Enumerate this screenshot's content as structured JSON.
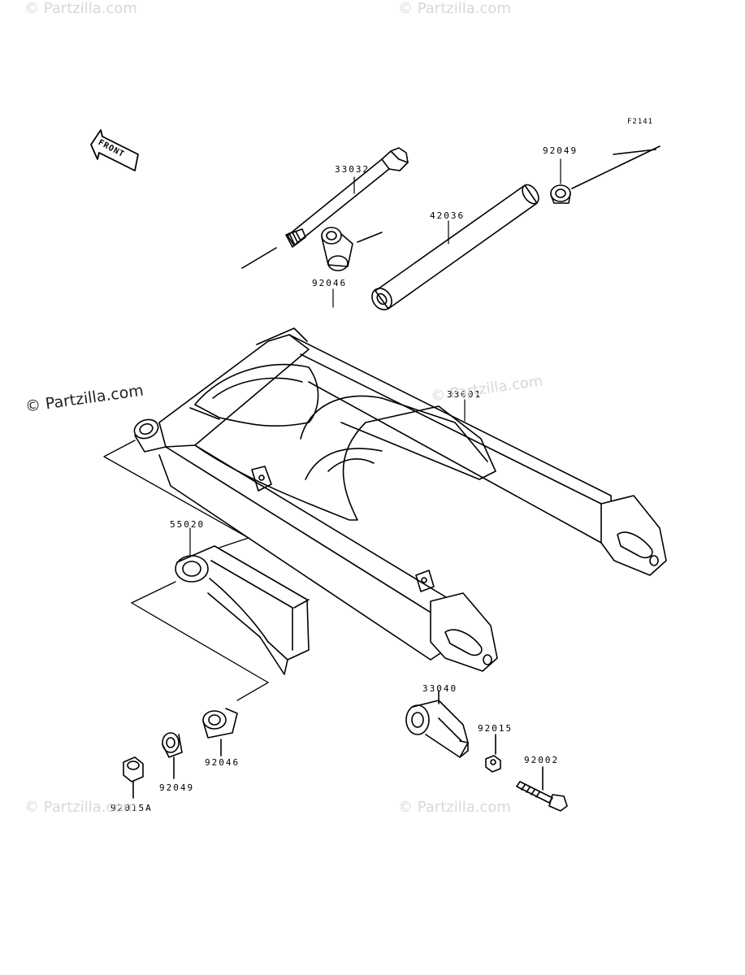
{
  "figure_code": "F2141",
  "front_indicator": "FRONT",
  "watermarks": {
    "main": "© Partzilla.com",
    "faint": "© Partzilla.com"
  },
  "parts": {
    "pivot_shaft": "33032",
    "collar_sleeve": "42036",
    "cap_top": "92049",
    "bearing_top": "92046",
    "swing_arm": "33001",
    "chain_guide": "55020",
    "bearing_bottom": "92046",
    "cap_bottom": "92049",
    "nut_bottom": "92015A",
    "chain_adjuster": "33040",
    "adjuster_nut": "92015",
    "adjuster_bolt": "92002"
  }
}
